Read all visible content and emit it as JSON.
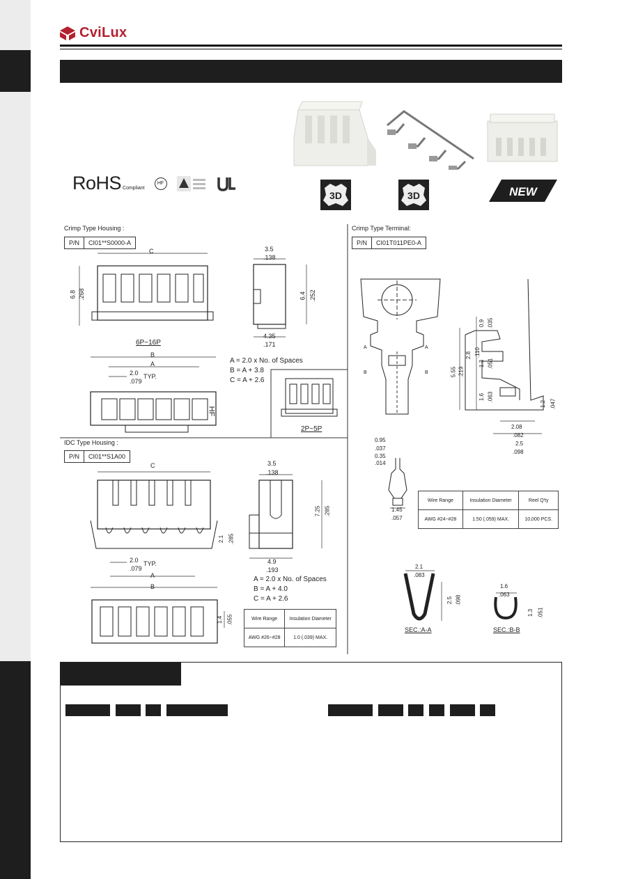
{
  "brand": {
    "name": "CviLux",
    "color": "#b41f2e"
  },
  "certifications": {
    "rohs": "RoHS",
    "rohs_sub": "Compliant",
    "hf": "HF"
  },
  "badges": {
    "threed": "3D",
    "new": "NEW"
  },
  "crimp_housing": {
    "title": "Crimp Type Housing :",
    "pn_label": "P/N",
    "pn_value": "CI01**S0000-A",
    "dim_c": "C",
    "dim_h_mm": "6.8",
    "dim_h_in": ".268",
    "side_w_mm": "3.5",
    "side_w_in": ".138",
    "side_h_mm": "6.4",
    "side_h_in": ".252",
    "side_b_mm": "4.35",
    "side_b_in": ".171",
    "variant": "6P~16P",
    "dim_b": "B",
    "dim_a": "A",
    "pitch_mm": "2.0",
    "pitch_in": ".079",
    "typ": "TYP.",
    "hf_mark": "HF",
    "formulas": [
      "A = 2.0 x No. of Spaces",
      "B = A + 3.8",
      "C = A + 2.6"
    ],
    "small_variant": "2P~5P"
  },
  "crimp_terminal": {
    "title": "Crimp Type Terminal:",
    "pn_label": "P/N",
    "pn_value": "CI01T011PE0-A",
    "dims": {
      "d1_mm": "0.9",
      "d1_in": ".035",
      "d2_mm": "2.8",
      "d2_in": ".110",
      "d3_mm": "1.3",
      "d3_in": ".051",
      "d4_mm": "5.55",
      "d4_in": ".219",
      "d5_mm": "1.6",
      "d5_in": ".063",
      "d6_mm": "1.2",
      "d6_in": ".047",
      "d7_mm": "2.08",
      "d7_in": ".082",
      "d8_mm": "2.5",
      "d8_in": ".098",
      "w1_mm": "0.95",
      "w1_in": ".037",
      "w2_mm": "0.35",
      "w2_in": ".014",
      "w3_mm": "1.45",
      "w3_in": ".057"
    },
    "sec_a_label": "A",
    "sec_b_label": "B",
    "table": {
      "headers": [
        "Wire Range",
        "Insulation Diameter",
        "Reel Q'ty"
      ],
      "row": [
        "AWG #24~#28",
        "1.50 (.059)",
        "MAX.",
        "10,000 PCS."
      ]
    },
    "sec_aa": {
      "w_mm": "2.1",
      "w_in": ".083",
      "h_mm": "2.5",
      "h_in": ".098",
      "label": "SEC.:A-A"
    },
    "sec_bb": {
      "w_mm": "1.6",
      "w_in": ".063",
      "h_mm": "1.3",
      "h_in": ".051",
      "label": "SEC.:B-B"
    }
  },
  "idc_housing": {
    "title": "IDC Type Housing :",
    "pn_label": "P/N",
    "pn_value": "CI01**S1A00",
    "dim_c": "C",
    "dim_a": "A",
    "dim_b": "B",
    "pitch_mm": "2.0",
    "pitch_in": ".079",
    "typ": "TYP.",
    "h_mm": "2.1",
    "h_in": ".285",
    "side_w_mm": "3.5",
    "side_w_in": ".138",
    "side_h_mm": "7.25",
    "side_h_in": ".285",
    "side_b_mm": "4.9",
    "side_b_in": ".193",
    "bottom_h_mm": "1.4",
    "bottom_h_in": ".055",
    "formulas": [
      "A = 2.0 x No. of Spaces",
      "B = A + 4.0",
      "C = A + 2.6"
    ],
    "table": {
      "headers": [
        "Wire Range",
        "Insulation Diameter"
      ],
      "row": [
        "AWG #26~#28",
        "1.0 (.039)",
        "MAX."
      ]
    }
  }
}
